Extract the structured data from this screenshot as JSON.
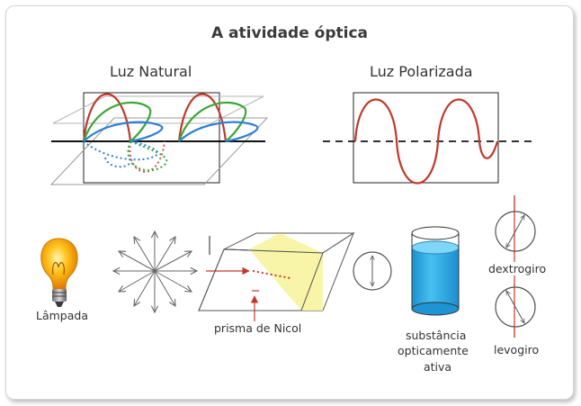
{
  "title": "A atividade óptica",
  "panels": {
    "natural_light": "Luz Natural",
    "polarized_light": "Luz Polarizada"
  },
  "labels": {
    "lamp": "Lâmpada",
    "nicol_prism": "prisma de Nicol",
    "substance_line1": "substância",
    "substance_line2": "opticamente",
    "substance_line3": "ativa",
    "dextro": "dextrogiro",
    "levo": "levogiro"
  },
  "colors": {
    "wave_red": "#c0392b",
    "wave_green": "#3aa635",
    "wave_blue": "#2f7fd6",
    "dotted_red": "#d9534f",
    "liquid_blue": "#29a9e0",
    "prism_yellow": "#f7f39a"
  }
}
